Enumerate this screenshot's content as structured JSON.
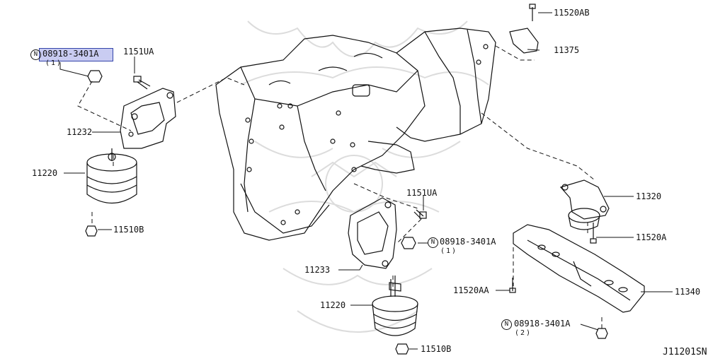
{
  "diagram_code": "J11201SN",
  "selected_part": "08918-3401A",
  "parts": [
    {
      "id": "p1",
      "number": "08918-3401A",
      "qty": "(1)",
      "nut": "N",
      "selected": true
    },
    {
      "id": "p2",
      "number": "1151UA"
    },
    {
      "id": "p3",
      "number": "11232"
    },
    {
      "id": "p4",
      "number": "11220"
    },
    {
      "id": "p5",
      "number": "11510B"
    },
    {
      "id": "p6",
      "number": "11520AB"
    },
    {
      "id": "p7",
      "number": "11375"
    },
    {
      "id": "p8",
      "number": "1151UA"
    },
    {
      "id": "p9",
      "number": "08918-3401A",
      "qty": "(1)",
      "nut": "N"
    },
    {
      "id": "p10",
      "number": "11233"
    },
    {
      "id": "p11",
      "number": "11220"
    },
    {
      "id": "p12",
      "number": "11510B"
    },
    {
      "id": "p13",
      "number": "11320"
    },
    {
      "id": "p14",
      "number": "11520A"
    },
    {
      "id": "p15",
      "number": "11520AA"
    },
    {
      "id": "p16",
      "number": "11340"
    },
    {
      "id": "p17",
      "number": "08918-3401A",
      "qty": "(2)",
      "nut": "N"
    }
  ],
  "colors": {
    "line": "#111111",
    "highlight": "#c9ccf2",
    "highlight_border": "#3344aa",
    "watermark": "#d8d8d8"
  }
}
